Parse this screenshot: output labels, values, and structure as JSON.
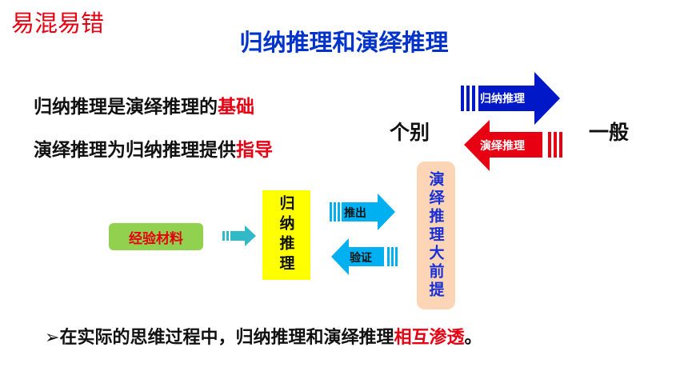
{
  "tag": "易混易错",
  "title": "归纳推理和演绎推理",
  "statements": [
    {
      "prefix": "归纳推理是演绎推理的",
      "highlight": "基础"
    },
    {
      "prefix": "演绎推理为归纳推理提供",
      "highlight": "指导"
    }
  ],
  "diagram_top": {
    "left_word": "个别",
    "right_word": "一般",
    "forward_label": "归纳推理",
    "backward_label": "演绎推理"
  },
  "diagram_bottom": {
    "experience_label": "经验材料",
    "induction_label": "归纳推理",
    "push_label": "推出",
    "verify_label": "验证",
    "premise_label": "演绎推理大前提"
  },
  "bottom_line": {
    "bullet": "➢",
    "prefix": "在实际的思维过程中，归纳推理和演绎推理",
    "highlight": "相互渗透",
    "suffix": "。"
  },
  "colors": {
    "tag": "#e60012",
    "title": "#0033cc",
    "highlight": "#e60012",
    "forward_arrow": "#0018c8",
    "backward_arrow": "#e60012",
    "cyan_arrow": "#00b0f0",
    "teal_arrow": "#31b8c9",
    "experience_box": "#92d050",
    "induction_box": "#ffff00",
    "premise_box": "#fbd5b5"
  }
}
